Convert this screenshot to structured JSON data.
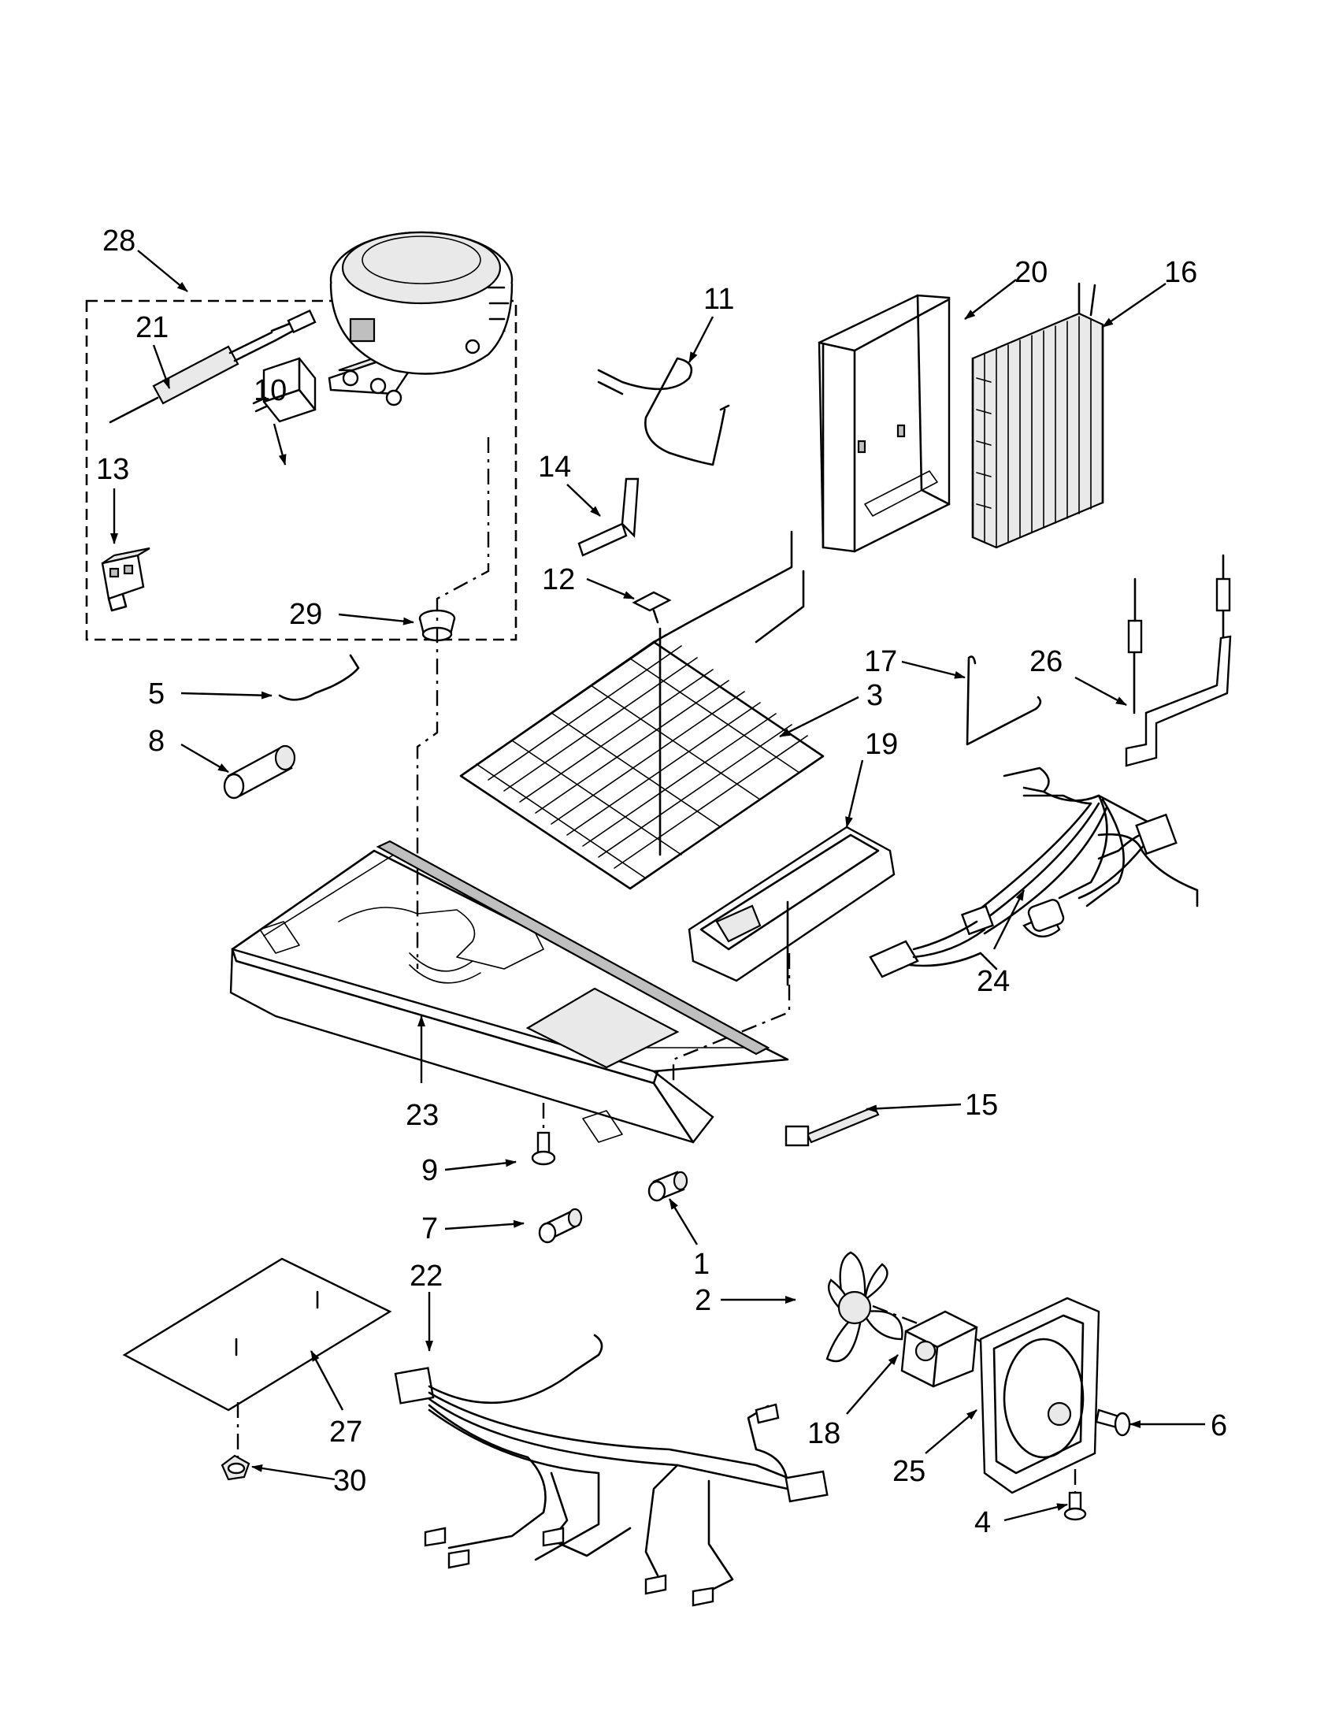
{
  "callouts": [
    {
      "id": "28",
      "text": "28"
    },
    {
      "id": "21",
      "text": "21"
    },
    {
      "id": "10",
      "text": "10"
    },
    {
      "id": "13",
      "text": "13"
    },
    {
      "id": "29",
      "text": "29"
    },
    {
      "id": "11",
      "text": "11"
    },
    {
      "id": "14",
      "text": "14"
    },
    {
      "id": "12",
      "text": "12"
    },
    {
      "id": "20",
      "text": "20"
    },
    {
      "id": "16",
      "text": "16"
    },
    {
      "id": "5",
      "text": "5"
    },
    {
      "id": "8",
      "text": "8"
    },
    {
      "id": "3",
      "text": "3"
    },
    {
      "id": "17",
      "text": "17"
    },
    {
      "id": "26",
      "text": "26"
    },
    {
      "id": "19",
      "text": "19"
    },
    {
      "id": "24",
      "text": "24"
    },
    {
      "id": "23",
      "text": "23"
    },
    {
      "id": "15",
      "text": "15"
    },
    {
      "id": "9",
      "text": "9"
    },
    {
      "id": "7",
      "text": "7"
    },
    {
      "id": "1",
      "text": "1"
    },
    {
      "id": "22",
      "text": "22"
    },
    {
      "id": "2",
      "text": "2"
    },
    {
      "id": "27",
      "text": "27"
    },
    {
      "id": "18",
      "text": "18"
    },
    {
      "id": "25",
      "text": "25"
    },
    {
      "id": "6",
      "text": "6"
    },
    {
      "id": "30",
      "text": "30"
    },
    {
      "id": "4",
      "text": "4"
    }
  ]
}
